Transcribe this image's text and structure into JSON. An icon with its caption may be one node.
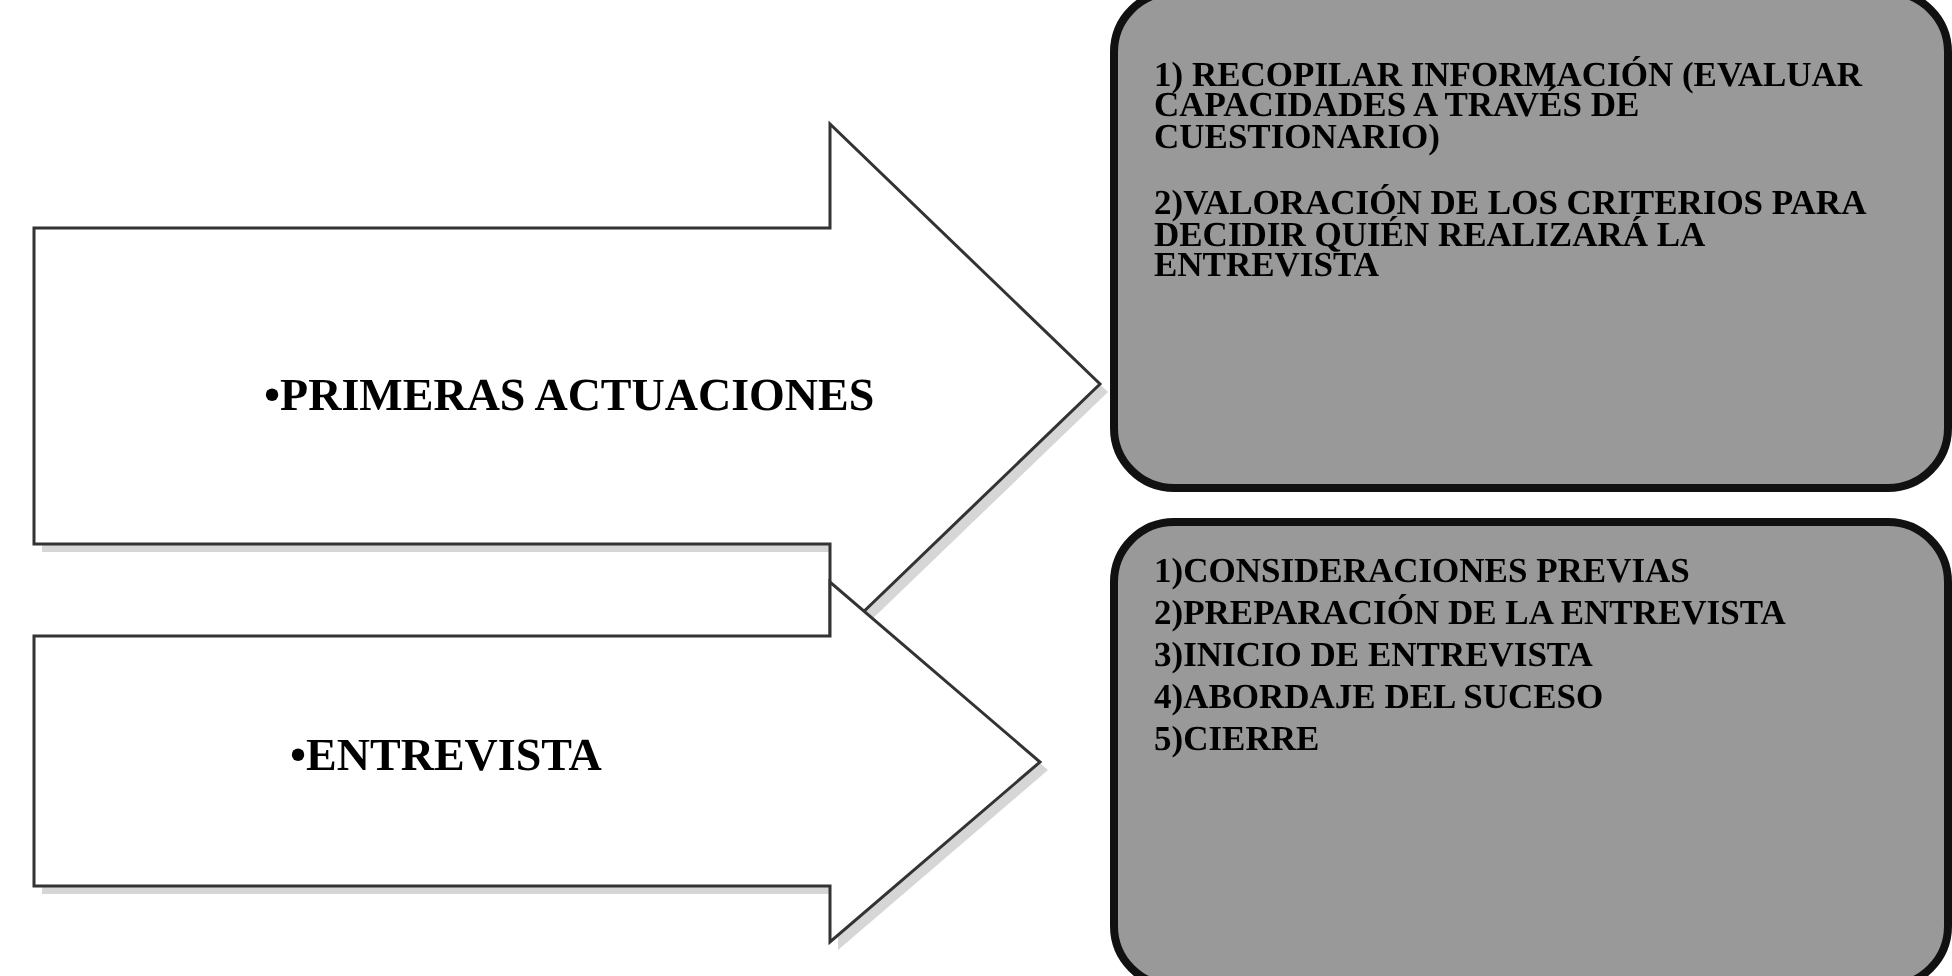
{
  "diagram": {
    "nodes": [
      {
        "text": [
          "•PRIMERAS ACTUACIONES"
        ]
      },
      {
        "text": [
          "1) RECOPILAR INFORMACIÓN (EVALUAR CAPACIDADES A TRAVÉS DE CUESTIONARIO)",
          "2)VALORACIÓN DE LOS CRITERIOS PARA DECIDIR QUIÉN REALIZARÁ LA ENTREVISTA"
        ]
      },
      {
        "text": [
          "•ENTREVISTA"
        ]
      },
      {
        "text": [
          "1)CONSIDERACIONES PREVIAS",
          "2)PREPARACIÓN DE LA ENTREVISTA",
          "3)INICIO DE ENTREVISTA",
          "4)ABORDAJE DEL SUCESO",
          "5)CIERRE"
        ]
      }
    ]
  }
}
